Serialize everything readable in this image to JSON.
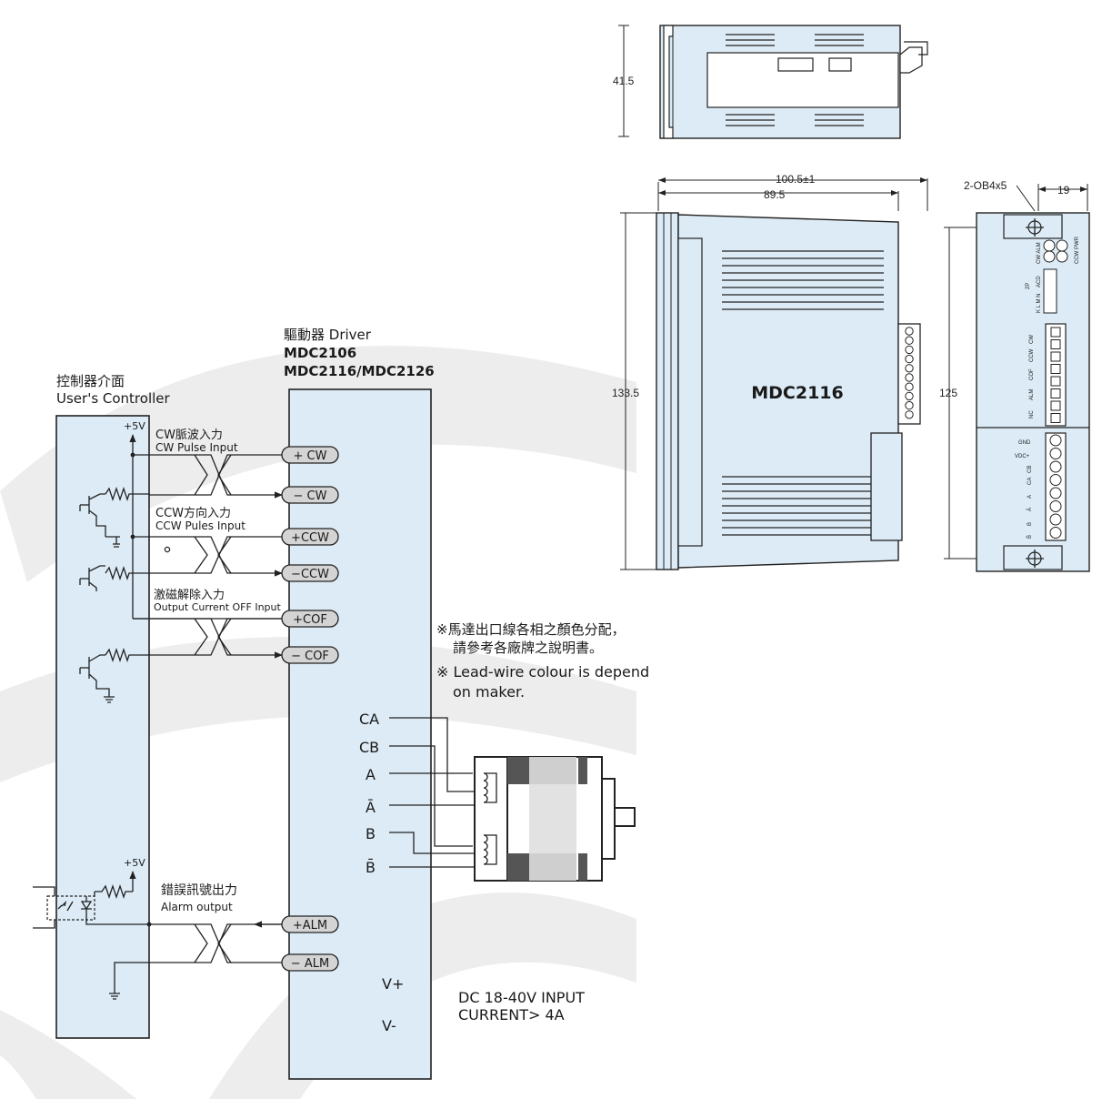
{
  "controller": {
    "title_zh": "控制器介面",
    "title_en": "User's Controller",
    "supply_top": "+5V",
    "supply_bottom": "+5V"
  },
  "driver": {
    "title_zh": "驅動器 Driver",
    "model1": "MDC2106",
    "model2": "MDC2116/MDC2126"
  },
  "inputs": [
    {
      "zh": "CW脈波入力",
      "en": "CW Pulse Input"
    },
    {
      "zh": "CCW方向入力",
      "en": "CCW Pules Input"
    },
    {
      "zh": "激磁解除入力",
      "en": "Output Current OFF Input"
    }
  ],
  "alarm": {
    "zh": "錯誤訊號出力",
    "en": "Alarm output"
  },
  "terminals": [
    {
      "label": "+ CW"
    },
    {
      "label": "− CW"
    },
    {
      "label": "+CCW"
    },
    {
      "label": "−CCW"
    },
    {
      "label": "+COF"
    },
    {
      "label": "− COF"
    },
    {
      "label": "+ALM"
    },
    {
      "label": "− ALM"
    }
  ],
  "motor_terminals": [
    "CA",
    "CB",
    "A",
    "Ā",
    "B",
    "B̄"
  ],
  "power_terminals": [
    "V+",
    "V-"
  ],
  "notes": {
    "zh_line1": "※馬達出口線各相之顏色分配，",
    "zh_line2": "請參考各廠牌之說明書。",
    "en_line1": "※ Lead-wire colour is depend",
    "en_line2": "on maker."
  },
  "power_spec": {
    "line1": "DC 18-40V INPUT",
    "line2": "CURRENT> 4A"
  },
  "dimensions": {
    "side_height": "41.5",
    "overall_length": "100.5±1",
    "body_length": "89.5",
    "front_height": "133.5",
    "mount_pitch": "125",
    "hole_spec": "2-OB4x5",
    "side_width": "19"
  },
  "front_label": "MDC2116",
  "side_panel": {
    "dip_labels": [
      "ACD",
      "2P",
      "K L M N"
    ],
    "led_labels": [
      "CW ALM",
      "CCW PWR"
    ],
    "signal_terminals": [
      "CW",
      "CCW",
      "COF",
      "ALM",
      "NC"
    ],
    "power_terminals": [
      "GND",
      "VDC+",
      "CB",
      "CA",
      "A",
      "Ā",
      "B",
      "B̄"
    ]
  },
  "colors": {
    "panel_fill": "#dcebf6",
    "pill_fill": "#d4d4d4",
    "watermark": "#ececec"
  }
}
